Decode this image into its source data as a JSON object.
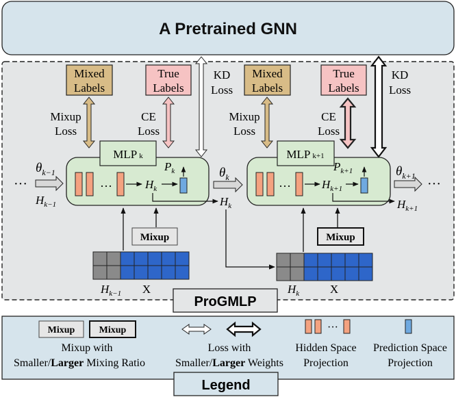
{
  "gnn_label": "A Pretrained GNN",
  "progmlp_label": "ProGMLP",
  "legend_label": "Legend",
  "stages": [
    {
      "mixed_labels": [
        "Mixed",
        "Labels"
      ],
      "true_labels": [
        "True",
        "Labels"
      ],
      "mixup_loss": [
        "Mixup",
        "Loss"
      ],
      "ce_loss": [
        "CE",
        "Loss"
      ],
      "kd_loss": [
        "KD",
        "Loss"
      ],
      "mlp_label": "MLP",
      "mlp_sub": "k",
      "theta_in": "θ",
      "theta_in_sub": "k−1",
      "h_in": "H",
      "h_in_sub": "k−1",
      "p_out": "P",
      "p_out_sub": "k",
      "h_inner": "H",
      "h_inner_sub": "k",
      "mixup_button": "Mixup",
      "feat_h": "H",
      "feat_h_sub": "k−1",
      "feat_x": "X"
    },
    {
      "mixed_labels": [
        "Mixed",
        "Labels"
      ],
      "true_labels": [
        "True",
        "Labels"
      ],
      "mixup_loss": [
        "Mixup",
        "Loss"
      ],
      "ce_loss": [
        "CE",
        "Loss"
      ],
      "kd_loss": [
        "KD",
        "Loss"
      ],
      "mlp_label": "MLP",
      "mlp_sub": "k+1",
      "theta_in": "θ",
      "theta_in_sub": "k",
      "h_in": "H",
      "h_in_sub": "k",
      "p_out": "P",
      "p_out_sub": "k+1",
      "h_inner": "H",
      "h_inner_sub": "k+1",
      "theta_out": "θ",
      "theta_out_sub": "k+1",
      "h_out": "H",
      "h_out_sub": "k+1",
      "mixup_button": "Mixup",
      "feat_h": "H",
      "feat_h_sub": "k",
      "feat_x": "X"
    }
  ],
  "ellipsis": "···",
  "legend": {
    "mixup_small": "Mixup",
    "mixup_large": "Mixup",
    "mixup_caption_1": "Mixup with",
    "mixup_caption_2a": "Smaller/",
    "mixup_caption_2b": "Larger",
    "mixup_caption_2c": "  Mixing Ratio",
    "loss_caption_1": "Loss with",
    "loss_caption_2a": "Smaller/",
    "loss_caption_2b": "Larger",
    "loss_caption_2c": " Weights",
    "hidden_caption_1": "Hidden Space",
    "hidden_caption_2": "Projection",
    "pred_caption_1": "Prediction Space",
    "pred_caption_2": "Projection"
  },
  "colors": {
    "gnn_fill": "#d6e4ec",
    "region_fill": "#e4e6e7",
    "mlp_fill": "#d7ead1",
    "mixed_fill": "#d8bc87",
    "true_fill": "#f6c3c3",
    "hidden_bar": "#f4a280",
    "pred_bar": "#6fa9e0",
    "feat_gray": "#8a8a8a",
    "feat_blue": "#2e66c9",
    "mixup_fill": "#e6e6e6"
  }
}
